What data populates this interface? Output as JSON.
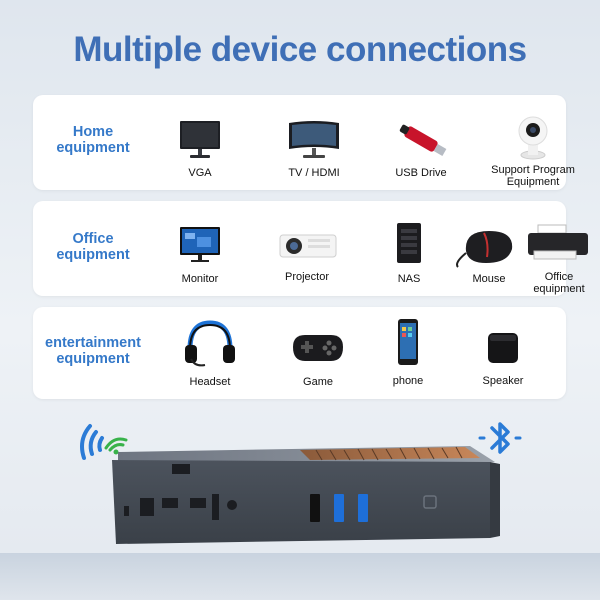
{
  "title": "Multiple device connections",
  "panels": [
    {
      "category": "Home equipment",
      "items": [
        {
          "label": "VGA",
          "icon": "vga-monitor-icon"
        },
        {
          "label": "TV / HDMI",
          "icon": "tv-icon"
        },
        {
          "label": "USB Drive",
          "icon": "usb-drive-icon"
        },
        {
          "label": "Support Program Equipment",
          "icon": "security-camera-icon"
        }
      ]
    },
    {
      "category": "Office equipment",
      "items": [
        {
          "label": "Monitor",
          "icon": "monitor-icon"
        },
        {
          "label": "Projector",
          "icon": "projector-icon"
        },
        {
          "label": "NAS",
          "icon": "nas-icon"
        },
        {
          "label": "Mouse",
          "icon": "mouse-icon"
        },
        {
          "label": "Office equipment",
          "icon": "printer-icon"
        }
      ]
    },
    {
      "category": "entertainment equipment",
      "items": [
        {
          "label": "Headset",
          "icon": "headset-icon"
        },
        {
          "label": "Game",
          "icon": "gamepad-icon"
        },
        {
          "label": "phone",
          "icon": "phone-icon"
        },
        {
          "label": "Speaker",
          "icon": "speaker-icon"
        }
      ]
    }
  ],
  "badges": {
    "wifi": "wifi-icon",
    "bluetooth": "bluetooth-icon"
  }
}
